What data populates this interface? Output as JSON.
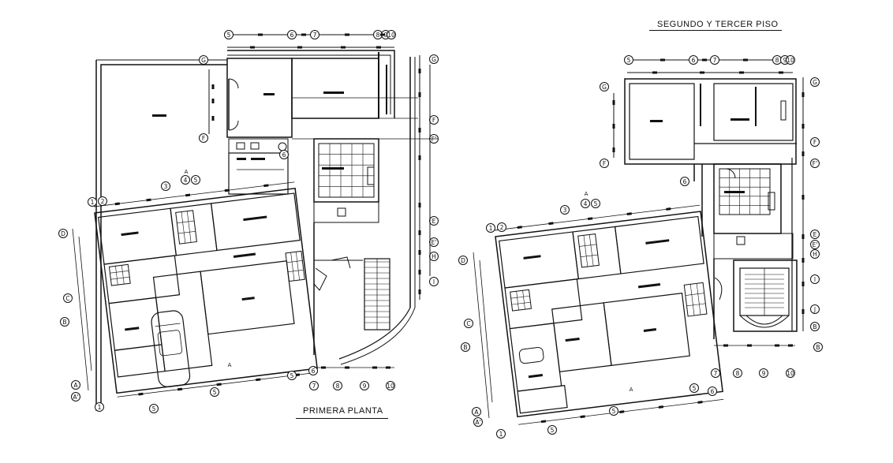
{
  "titles": {
    "first_floor": "PRIMERA PLANTA",
    "upper_floors": "SEGUNDO Y TERCER PISO"
  },
  "grid_labels": {
    "plan1_top_numbers": [
      "5",
      "6",
      "7",
      "8",
      "9",
      "10"
    ],
    "plan1_right_letters": [
      "G",
      "F",
      "F'",
      "E",
      "E'",
      "H",
      "I"
    ],
    "plan1_left_letters": [
      "D",
      "C",
      "B",
      "A",
      "A'"
    ],
    "plan1_diagonal_numbers": [
      "1",
      "2",
      "3",
      "4",
      "5",
      "6"
    ],
    "plan1_bottom_numbers": [
      "7",
      "8",
      "9",
      "10"
    ],
    "plan2_top_numbers": [
      "5",
      "6",
      "7",
      "8",
      "9",
      "10"
    ],
    "plan2_right_letters": [
      "G",
      "F",
      "F'",
      "E",
      "E'",
      "H",
      "I",
      "J",
      "B"
    ],
    "plan2_left_letters": [
      "D",
      "C",
      "B",
      "A",
      "A'"
    ],
    "plan2_diagonal_numbers": [
      "1",
      "2",
      "3",
      "4",
      "5",
      "6"
    ],
    "plan2_bottom_numbers": [
      "7",
      "8",
      "9",
      "10"
    ]
  },
  "section_markers": {
    "a_top": "A",
    "a_bottom": "A"
  },
  "colors": {
    "line": "#111111",
    "background": "#ffffff"
  }
}
